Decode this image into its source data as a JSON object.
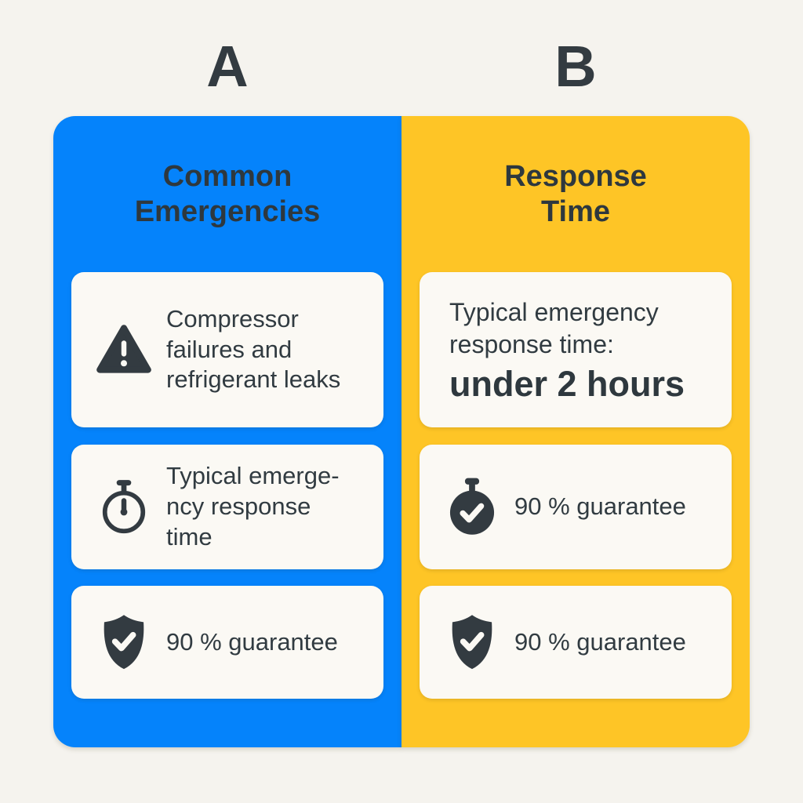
{
  "headers": {
    "a": "A",
    "b": "B"
  },
  "colors": {
    "background": "#F5F3EE",
    "panel_a_blue": "#0583FB",
    "panel_b_yellow": "#FEC526",
    "card_background": "#FBF9F4",
    "text_dark": "#313B41",
    "icon_dark": "#333B41"
  },
  "column_a": {
    "title": "Common\nEmergencies",
    "cards": [
      {
        "icon": "warning-triangle-icon",
        "text": "Compressor\nfailures and\nrefrigerant leaks"
      },
      {
        "icon": "stopwatch-icon",
        "text": "Typical emerge-\nncy response\ntime"
      },
      {
        "icon": "shield-check-icon",
        "text": "90 % guarantee"
      }
    ]
  },
  "column_b": {
    "title": "Response\nTime",
    "cards": [
      {
        "text": "Typical emergency\nresponse time:",
        "highlight": "under 2 hours"
      },
      {
        "icon": "stopwatch-check-icon",
        "text": "90 % guarantee"
      },
      {
        "icon": "shield-check-icon",
        "text": "90 % guarantee"
      }
    ]
  }
}
